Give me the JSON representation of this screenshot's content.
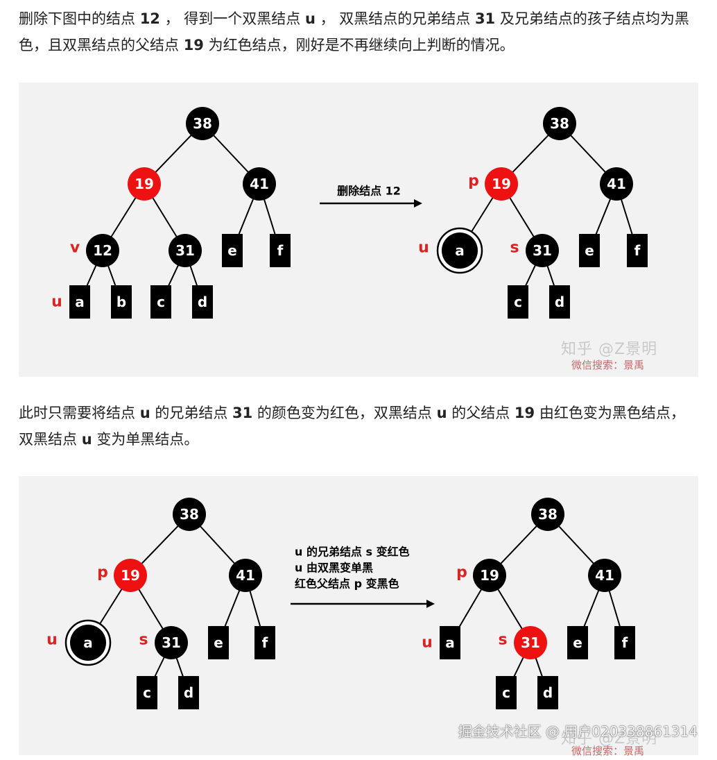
{
  "paragraph1": {
    "segments": [
      {
        "t": "删除下图中的结点 ",
        "b": false
      },
      {
        "t": "12",
        "b": true
      },
      {
        "t": " ， 得到一个双黑结点 ",
        "b": false
      },
      {
        "t": "u",
        "b": true
      },
      {
        "t": " ， 双黑结点的兄弟结点 ",
        "b": false
      },
      {
        "t": "31",
        "b": true
      },
      {
        "t": " 及兄弟结点的孩子结点均为黑色，且双黑结点的父结点 ",
        "b": false
      },
      {
        "t": "19",
        "b": true
      },
      {
        "t": " 为红色结点，刚好是不再继续向上判断的情况。",
        "b": false
      }
    ]
  },
  "paragraph2": {
    "segments": [
      {
        "t": "此时只需要将结点 ",
        "b": false
      },
      {
        "t": "u",
        "b": true
      },
      {
        "t": " 的兄弟结点 ",
        "b": false
      },
      {
        "t": "31",
        "b": true
      },
      {
        "t": " 的颜色变为红色，双黑结点 ",
        "b": false
      },
      {
        "t": "u",
        "b": true
      },
      {
        "t": " 的父结点 ",
        "b": false
      },
      {
        "t": "19",
        "b": true
      },
      {
        "t": " 由红色变为黑色结点，双黑结点 ",
        "b": false
      },
      {
        "t": "u",
        "b": true
      },
      {
        "t": " 变为单黑结点。",
        "b": false
      }
    ]
  },
  "colors": {
    "red": "#ee1111",
    "black": "#000000",
    "label_red": "#dd2222",
    "panel_bg": "#f2f2f2"
  },
  "figure1": {
    "arrow_label": "删除结点 12",
    "before": {
      "nodes": [
        {
          "id": "38",
          "label": "38",
          "color": "black"
        },
        {
          "id": "19",
          "label": "19",
          "color": "red"
        },
        {
          "id": "41",
          "label": "41",
          "color": "black"
        },
        {
          "id": "12",
          "label": "12",
          "color": "black",
          "tag": "v"
        },
        {
          "id": "31",
          "label": "31",
          "color": "black"
        }
      ],
      "leaves": [
        {
          "id": "a",
          "label": "a",
          "tag": "u"
        },
        {
          "id": "b",
          "label": "b"
        },
        {
          "id": "c",
          "label": "c"
        },
        {
          "id": "d",
          "label": "d"
        },
        {
          "id": "e",
          "label": "e"
        },
        {
          "id": "f",
          "label": "f"
        }
      ]
    },
    "after": {
      "nodes": [
        {
          "id": "38",
          "label": "38",
          "color": "black"
        },
        {
          "id": "19",
          "label": "19",
          "color": "red",
          "tag": "p"
        },
        {
          "id": "41",
          "label": "41",
          "color": "black"
        },
        {
          "id": "a",
          "label": "a",
          "color": "black",
          "double": true,
          "tag": "u"
        },
        {
          "id": "31",
          "label": "31",
          "color": "black",
          "tag": "s"
        }
      ],
      "leaves": [
        {
          "id": "c",
          "label": "c"
        },
        {
          "id": "d",
          "label": "d"
        },
        {
          "id": "e",
          "label": "e"
        },
        {
          "id": "f",
          "label": "f"
        }
      ]
    },
    "watermark_zhihu": "知乎 @Z景明",
    "watermark_wechat": "微信搜索：景禹"
  },
  "figure2": {
    "arrow_lines": [
      "u 的兄弟结点 s 变红色",
      "u 由双黑变单黑",
      "红色父结点 p 变黑色"
    ],
    "before": {
      "nodes": [
        {
          "id": "38",
          "label": "38",
          "color": "black"
        },
        {
          "id": "19",
          "label": "19",
          "color": "red",
          "tag": "p"
        },
        {
          "id": "41",
          "label": "41",
          "color": "black"
        },
        {
          "id": "a",
          "label": "a",
          "color": "black",
          "double": true,
          "tag": "u"
        },
        {
          "id": "31",
          "label": "31",
          "color": "black",
          "tag": "s"
        }
      ],
      "leaves": [
        {
          "id": "c",
          "label": "c"
        },
        {
          "id": "d",
          "label": "d"
        },
        {
          "id": "e",
          "label": "e"
        },
        {
          "id": "f",
          "label": "f"
        }
      ]
    },
    "after": {
      "nodes": [
        {
          "id": "38",
          "label": "38",
          "color": "black"
        },
        {
          "id": "19",
          "label": "19",
          "color": "black",
          "tag": "p"
        },
        {
          "id": "41",
          "label": "41",
          "color": "black"
        },
        {
          "id": "31",
          "label": "31",
          "color": "red",
          "tag": "s"
        }
      ],
      "leaves": [
        {
          "id": "a",
          "label": "a",
          "tag": "u"
        },
        {
          "id": "c",
          "label": "c"
        },
        {
          "id": "d",
          "label": "d"
        },
        {
          "id": "e",
          "label": "e"
        },
        {
          "id": "f",
          "label": "f"
        }
      ]
    },
    "watermark_zhihu": "知乎 @Z景明",
    "watermark_wechat": "微信搜索：景禹"
  },
  "footer_watermark": "掘金技术社区 @ 用户020338861314"
}
